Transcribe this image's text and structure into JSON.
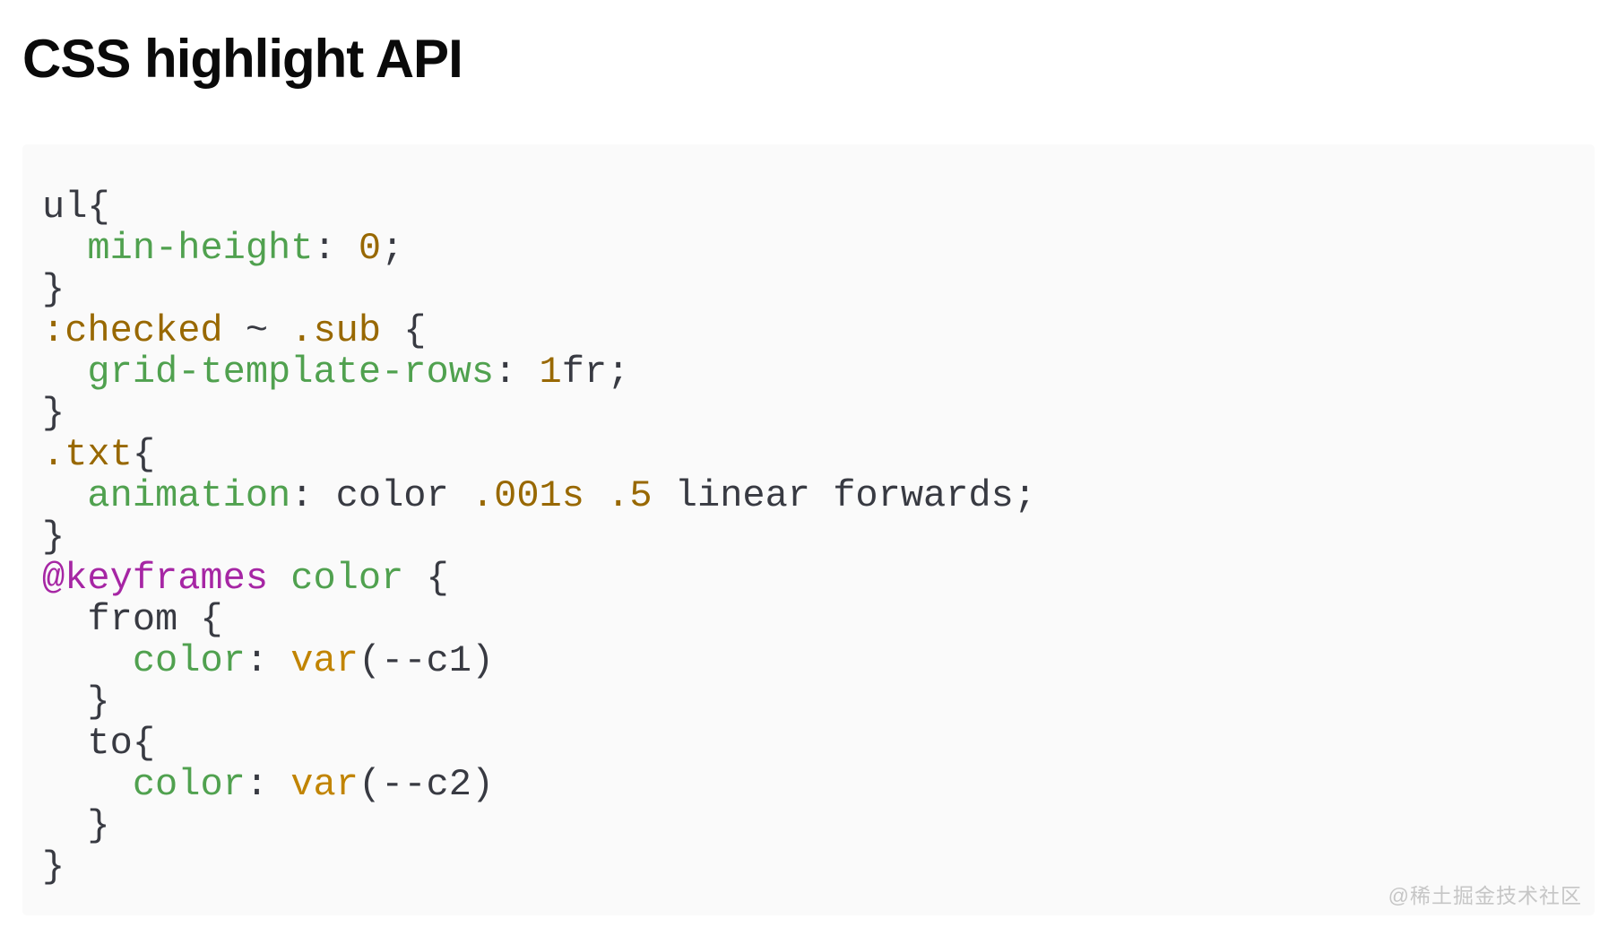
{
  "title": "CSS highlight API",
  "watermark": "@稀土掘金技术社区",
  "colors": {
    "page_bg": "#ffffff",
    "title_text": "#0a0a0a",
    "code_bg": "#fafafa",
    "code_default": "#383a42",
    "code_property": "#50a14f",
    "code_selector": "#986801",
    "code_number": "#986801",
    "code_builtin": "#c18401",
    "code_keyword": "#a626a4",
    "watermark_text": "#c6c6c6"
  },
  "code": {
    "lines": [
      [
        {
          "t": "ul{",
          "c": "default"
        }
      ],
      [
        {
          "t": "  ",
          "c": "default"
        },
        {
          "t": "min-height",
          "c": "property"
        },
        {
          "t": ": ",
          "c": "default"
        },
        {
          "t": "0",
          "c": "number"
        },
        {
          "t": ";",
          "c": "default"
        }
      ],
      [
        {
          "t": "}",
          "c": "default"
        }
      ],
      [
        {
          "t": ":checked",
          "c": "selector"
        },
        {
          "t": " ~ ",
          "c": "default"
        },
        {
          "t": ".sub",
          "c": "selector"
        },
        {
          "t": " {",
          "c": "default"
        }
      ],
      [
        {
          "t": "  ",
          "c": "default"
        },
        {
          "t": "grid-template-rows",
          "c": "property"
        },
        {
          "t": ": ",
          "c": "default"
        },
        {
          "t": "1",
          "c": "number"
        },
        {
          "t": "fr;",
          "c": "default"
        }
      ],
      [
        {
          "t": "}",
          "c": "default"
        }
      ],
      [
        {
          "t": ".txt",
          "c": "selector"
        },
        {
          "t": "{",
          "c": "default"
        }
      ],
      [
        {
          "t": "  ",
          "c": "default"
        },
        {
          "t": "animation",
          "c": "property"
        },
        {
          "t": ": color ",
          "c": "default"
        },
        {
          "t": ".001s",
          "c": "number"
        },
        {
          "t": " ",
          "c": "default"
        },
        {
          "t": ".5",
          "c": "number"
        },
        {
          "t": " linear forwards;",
          "c": "default"
        }
      ],
      [
        {
          "t": "}",
          "c": "default"
        }
      ],
      [
        {
          "t": "@keyframes",
          "c": "keyword"
        },
        {
          "t": " ",
          "c": "default"
        },
        {
          "t": "color",
          "c": "property"
        },
        {
          "t": " {",
          "c": "default"
        }
      ],
      [
        {
          "t": "  from {",
          "c": "default"
        }
      ],
      [
        {
          "t": "    ",
          "c": "default"
        },
        {
          "t": "color",
          "c": "property"
        },
        {
          "t": ": ",
          "c": "default"
        },
        {
          "t": "var",
          "c": "builtin"
        },
        {
          "t": "(--c1)",
          "c": "default"
        }
      ],
      [
        {
          "t": "  }",
          "c": "default"
        }
      ],
      [
        {
          "t": "  to{",
          "c": "default"
        }
      ],
      [
        {
          "t": "    ",
          "c": "default"
        },
        {
          "t": "color",
          "c": "property"
        },
        {
          "t": ": ",
          "c": "default"
        },
        {
          "t": "var",
          "c": "builtin"
        },
        {
          "t": "(--c2)",
          "c": "default"
        }
      ],
      [
        {
          "t": "  }",
          "c": "default"
        }
      ],
      [
        {
          "t": "}",
          "c": "default"
        }
      ]
    ]
  }
}
